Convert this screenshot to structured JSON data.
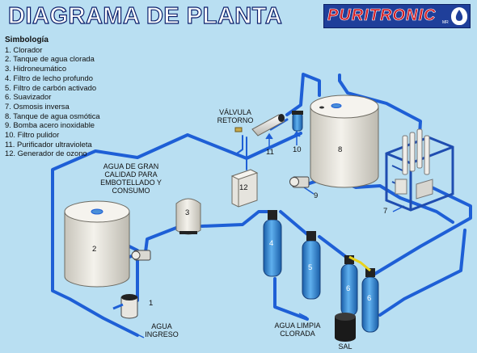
{
  "header": {
    "title": "DIAGRAMA DE PLANTA",
    "brand": "PURITRONIC",
    "brand_mark": "MR"
  },
  "legend": {
    "title": "Simbología",
    "items": [
      "1. Clorador",
      "2. Tanque de agua clorada",
      "3. Hidroneumático",
      "4. Filtro de lecho profundo",
      "5. Filtro de carbón activado",
      "6. Suavizador",
      "7. Osmosis inversa",
      "8. Tanque de agua osmótica",
      "9. Bomba acero inoxidable",
      "10. Filtro pulidor",
      "11. Purificador ultravioleta",
      "12. Generador de ozono"
    ]
  },
  "labels": {
    "valve_return": "VÁLVULA RETORNO",
    "water_quality": "AGUA DE GRAN CALIDAD PARA EMBOTELLADO Y CONSUMO",
    "water_inlet": "AGUA INGRESO",
    "clean_water": "AGUA LIMPIA CLORADA",
    "salt": "SAL"
  },
  "numbers": {
    "n1": "1",
    "n2": "2",
    "n3": "3",
    "n4": "4",
    "n5": "5",
    "n6a": "6",
    "n6b": "6",
    "n7": "7",
    "n8": "8",
    "n9": "9",
    "n10": "10",
    "n11": "11",
    "n12": "12"
  },
  "colors": {
    "background": "#b9dff2",
    "pipe": "#1e5fd6",
    "tank": "#e9e7df",
    "filter": "#2f7fd0",
    "brand_bg": "#1f3f9a",
    "brand_text": "#d21f26"
  }
}
